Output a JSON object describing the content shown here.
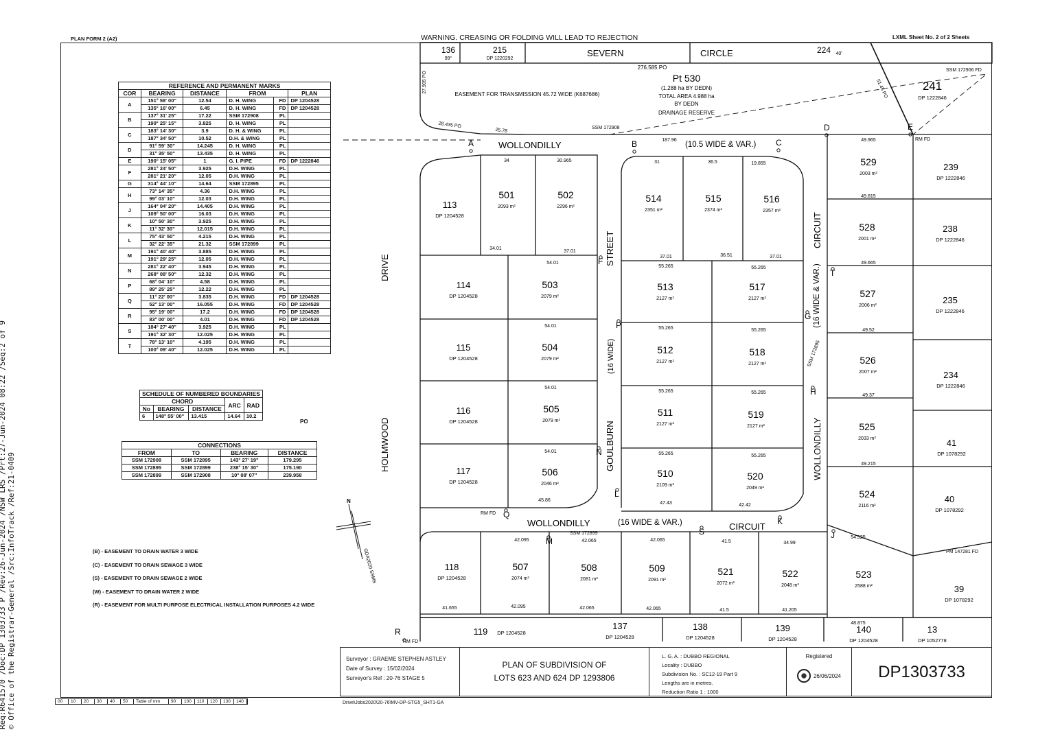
{
  "header": {
    "form": "PLAN FORM 2 (A2)",
    "warning": "WARNING. CREASING OR FOLDING WILL LEAD TO REJECTION",
    "sheet": "LXML  Sheet No.  2  of  2  Sheets"
  },
  "side_text": {
    "line1": "Req:R641570 /Doc:DP 1303733 P /Rev:26-Jun-2024 /NSW LRS /Prt:27-Jun-2024 08:22 /Seq:2 of 9",
    "line2": "© Office of the Registrar-General /Src:InfoTrack /Ref:21-0409"
  },
  "reference_marks": {
    "title": "REFERENCE AND PERMANENT MARKS",
    "columns": [
      "COR",
      "BEARING",
      "DISTANCE",
      "FROM",
      "",
      "PLAN"
    ],
    "rows": [
      {
        "cor": "A",
        "marks": [
          [
            "151° 58' 00\"",
            "12.54",
            "D. H. WING",
            "FD",
            "DP 1204528"
          ],
          [
            "135° 16' 00\"",
            "6.45",
            "D. H. WING",
            "FD",
            "DP 1204528"
          ]
        ]
      },
      {
        "cor": "B",
        "marks": [
          [
            "137° 31' 25\"",
            "17.22",
            "SSM 172908",
            "PL",
            ""
          ],
          [
            "190° 25' 15\"",
            "3.825",
            "D. H. WING",
            "PL",
            ""
          ]
        ]
      },
      {
        "cor": "C",
        "marks": [
          [
            "183° 14' 30\"",
            "3.9",
            "D. H. & WING",
            "PL",
            ""
          ],
          [
            "187° 34' 50\"",
            "10.52",
            "D.H. & WING",
            "PL",
            ""
          ]
        ]
      },
      {
        "cor": "D",
        "marks": [
          [
            "91° 59' 30\"",
            "14.245",
            "D. H. WING",
            "PL",
            ""
          ],
          [
            "31° 35' 50\"",
            "13.435",
            "D. H. WING",
            "PL",
            ""
          ]
        ]
      },
      {
        "cor": "E",
        "marks": [
          [
            "190° 15' 05\"",
            "1",
            "G. I. PIPE",
            "FD",
            "DP 1222846"
          ]
        ]
      },
      {
        "cor": "F",
        "marks": [
          [
            "281° 24' 50\"",
            "3.925",
            "D.H. WING",
            "PL",
            ""
          ],
          [
            "281° 21' 20\"",
            "12.05",
            "D.H. WING",
            "PL",
            ""
          ]
        ]
      },
      {
        "cor": "G",
        "marks": [
          [
            "314° 44' 10\"",
            "14.64",
            "SSM 172895",
            "PL",
            ""
          ]
        ]
      },
      {
        "cor": "H",
        "marks": [
          [
            "73° 14' 35\"",
            "4.36",
            "D.H. WING",
            "PL",
            ""
          ],
          [
            "99° 03' 10\"",
            "12.03",
            "D.H. WING",
            "PL",
            ""
          ]
        ]
      },
      {
        "cor": "J",
        "marks": [
          [
            "164° 04' 20\"",
            "14.405",
            "D.H. WING",
            "PL",
            ""
          ],
          [
            "109° 50' 00\"",
            "16.03",
            "D.H. WING",
            "PL",
            ""
          ]
        ]
      },
      {
        "cor": "K",
        "marks": [
          [
            "10° 50' 30\"",
            "3.925",
            "D.H. WING",
            "PL",
            ""
          ],
          [
            "11° 32' 30\"",
            "12.015",
            "D.H. WING",
            "PL",
            ""
          ]
        ]
      },
      {
        "cor": "L",
        "marks": [
          [
            "75° 43' 50\"",
            "4.215",
            "D.H. WING",
            "PL",
            ""
          ],
          [
            "32° 22' 35\"",
            "21.32",
            "SSM 172899",
            "PL",
            ""
          ]
        ]
      },
      {
        "cor": "M",
        "marks": [
          [
            "191° 40' 40\"",
            "3.885",
            "D.H. WING",
            "PL",
            ""
          ],
          [
            "191° 29' 25\"",
            "12.05",
            "D.H. WING",
            "PL",
            ""
          ]
        ]
      },
      {
        "cor": "N",
        "marks": [
          [
            "281° 22' 40\"",
            "3.945",
            "D.H. WING",
            "PL",
            ""
          ],
          [
            "268° 08' 50\"",
            "12.32",
            "D.H. WING",
            "PL",
            ""
          ]
        ]
      },
      {
        "cor": "P",
        "marks": [
          [
            "68° 04' 10\"",
            "4.58",
            "D.H. WING",
            "PL",
            ""
          ],
          [
            "89° 25' 25\"",
            "12.22",
            "D.H. WING",
            "PL",
            ""
          ]
        ]
      },
      {
        "cor": "Q",
        "marks": [
          [
            "11° 22' 00\"",
            "3.835",
            "D.H. WING",
            "FD",
            "DP 1204528"
          ],
          [
            "52° 13' 00\"",
            "16.055",
            "D.H. WING",
            "FD",
            "DP 1204528"
          ]
        ]
      },
      {
        "cor": "R",
        "marks": [
          [
            "95° 19' 00\"",
            "17.2",
            "D.H. WING",
            "FD",
            "DP 1204528"
          ],
          [
            "83° 00' 00\"",
            "4.01",
            "D.H. WING",
            "FD",
            "DP 1204528"
          ]
        ]
      },
      {
        "cor": "S",
        "marks": [
          [
            "184° 27' 40\"",
            "3.925",
            "D.H. WING",
            "PL",
            ""
          ],
          [
            "191° 32' 30\"",
            "12.025",
            "D.H. WING",
            "PL",
            ""
          ]
        ]
      },
      {
        "cor": "T",
        "marks": [
          [
            "78° 13' 10\"",
            "4.195",
            "D.H. WING",
            "PL",
            ""
          ],
          [
            "100° 09' 40\"",
            "12.025",
            "D.H. WING",
            "PL",
            ""
          ]
        ]
      }
    ]
  },
  "numbered_boundaries": {
    "title": "SCHEDULE OF NUMBERED BOUNDARIES",
    "chord": "CHORD",
    "columns": [
      "No",
      "BEARING",
      "DISTANCE",
      "ARC",
      "RAD"
    ],
    "rows": [
      [
        "6",
        "148° 55' 00\"",
        "13.415",
        "14.64",
        "10.2"
      ]
    ],
    "suffix": "PO"
  },
  "connections": {
    "title": "CONNECTIONS",
    "columns": [
      "FROM",
      "TO",
      "BEARING",
      "DISTANCE"
    ],
    "rows": [
      [
        "SSM 172908",
        "SSM 172895",
        "143° 27' 19\"",
        "179.295"
      ],
      [
        "SSM 172895",
        "SSM 172899",
        "238° 15' 30\"",
        "175.190"
      ],
      [
        "SSM 172899",
        "SSM 172908",
        "10° 08' 07\"",
        "239.958"
      ]
    ]
  },
  "easements": [
    "(B)  -  EASEMENT TO DRAIN WATER 3 WIDE",
    "(C)  -  EASEMENT TO DRAIN SEWAGE 3 WIDE",
    "(S)  -  EASEMENT TO DRAIN SEWAGE 2 WIDE",
    "(W)  -  EASEMENT TO DRAIN WATER 2 WIDE",
    "(R)  -  EASEMENT FOR MULTI PURPOSE ELECTRICAL INSTALLATION PURPOSES 4.2 WIDE"
  ],
  "plan": {
    "roads": {
      "severn": "SEVERN",
      "circle": "CIRCLE",
      "wollondilly_top": "WOLLONDILLY",
      "wollondilly_top_width": "(10.5 WIDE & VAR.)",
      "wollondilly_bottom": "WOLLONDILLY",
      "wollondilly_bottom_width": "(16 WIDE & VAR.)",
      "circuit_bottom": "CIRCUIT",
      "circuit_right": "CIRCUIT",
      "wollondilly_right": "WOLLONDILLY",
      "right_width": "(16 WIDE & VAR.)",
      "goulburn": "GOULBURN",
      "street": "STREET",
      "goulburn_width": "(16 WIDE)",
      "holmwood": "HOLMWOOD",
      "drive": "DRIVE"
    },
    "pt530": {
      "title": "Pt  530",
      "line1": "(1.288 ha BY DEDN)",
      "line2": "TOTAL  AREA 4.988 ha",
      "line3": "BY DEDN",
      "line4": "DRAINAGE RESERVE",
      "easement": "EASEMENT FOR TRANSMISSION 45.72 WIDE (K687686)",
      "po": "276.585 PO"
    },
    "top_lots": [
      {
        "num": "136",
        "sub": "99°"
      },
      {
        "num": "215",
        "sub": "DP 1220292"
      },
      {
        "num": "224",
        "sub": "40'"
      }
    ],
    "lots": [
      {
        "num": "501",
        "area": "2093 m²"
      },
      {
        "num": "502",
        "area": "2296 m²"
      },
      {
        "num": "514",
        "area": "2351 m²"
      },
      {
        "num": "515",
        "area": "2374 m²"
      },
      {
        "num": "516",
        "area": "2357 m²"
      },
      {
        "num": "503",
        "area": "2079 m²"
      },
      {
        "num": "513",
        "area": "2127 m²"
      },
      {
        "num": "517",
        "area": "2127 m²"
      },
      {
        "num": "504",
        "area": "2079 m²"
      },
      {
        "num": "512",
        "area": "2127 m²"
      },
      {
        "num": "518",
        "area": "2127 m²"
      },
      {
        "num": "505",
        "area": "2079 m²"
      },
      {
        "num": "511",
        "area": "2127 m²"
      },
      {
        "num": "519",
        "area": "2127 m²"
      },
      {
        "num": "506",
        "area": "2046 m²"
      },
      {
        "num": "510",
        "area": "2109 m²"
      },
      {
        "num": "520",
        "area": "2049 m²"
      },
      {
        "num": "529",
        "area": "2003 m²"
      },
      {
        "num": "528",
        "area": "2001 m²"
      },
      {
        "num": "527",
        "area": "2006 m²"
      },
      {
        "num": "526",
        "area": "2007 m²"
      },
      {
        "num": "525",
        "area": "2033 m²"
      },
      {
        "num": "524",
        "area": "2116 m²"
      },
      {
        "num": "523",
        "area": "2588 m²"
      },
      {
        "num": "507",
        "area": "2074 m²"
      },
      {
        "num": "508",
        "area": "2081 m²"
      },
      {
        "num": "509",
        "area": "2091 m²"
      },
      {
        "num": "521",
        "area": "2072 m²"
      },
      {
        "num": "522",
        "area": "2048 m²"
      }
    ],
    "adjoining": [
      {
        "num": "113",
        "dp": "DP 1204528"
      },
      {
        "num": "114",
        "dp": "DP 1204528"
      },
      {
        "num": "115",
        "dp": "DP 1204528"
      },
      {
        "num": "116",
        "dp": "DP 1204528"
      },
      {
        "num": "117",
        "dp": "DP 1204528"
      },
      {
        "num": "118",
        "dp": "DP 1204528"
      },
      {
        "num": "119",
        "dp": "DP 1204528"
      },
      {
        "num": "137",
        "dp": "DP 1204528"
      },
      {
        "num": "138",
        "dp": "DP 1204528"
      },
      {
        "num": "139",
        "dp": "DP 1204528"
      },
      {
        "num": "140",
        "dp": "DP 1204528"
      },
      {
        "num": "13",
        "dp": "DP 1052778"
      },
      {
        "num": "39",
        "dp": "DP 1078292"
      },
      {
        "num": "40",
        "dp": "DP 1078292"
      },
      {
        "num": "41",
        "dp": "DP 1078292"
      },
      {
        "num": "234",
        "dp": "DP 1222846"
      },
      {
        "num": "235",
        "dp": "DP 1222846"
      },
      {
        "num": "238",
        "dp": "DP 1222846"
      },
      {
        "num": "239",
        "dp": "DP 1222846"
      },
      {
        "num": "241",
        "dp": "DP 1222846"
      }
    ],
    "marks": [
      "SSM 172906 FD",
      "SSM 172908",
      "SSM 172899",
      "SSM 172895",
      "PM 147281 FD",
      "RM FD",
      "RM FD",
      "RM FD"
    ],
    "corners": [
      "A",
      "B",
      "C",
      "D",
      "E",
      "F",
      "G",
      "H",
      "J",
      "K",
      "L",
      "M",
      "N",
      "P",
      "Q",
      "R",
      "S",
      "T"
    ],
    "dims": [
      "34",
      "30.965",
      "31",
      "36.5",
      "19.855",
      "187.96",
      "49.965",
      "49.815",
      "49.665",
      "49.52",
      "49.37",
      "49.215",
      "54.01",
      "54.01",
      "54.01",
      "54.01",
      "55.265",
      "55.265",
      "55.265",
      "55.265",
      "55.265",
      "55.265",
      "55.265",
      "55.265",
      "37.01",
      "37.01",
      "34.01",
      "37.01",
      "36.51",
      "45.86",
      "47.43",
      "42.42",
      "42.095",
      "42.065",
      "42.065",
      "41.5",
      "34.99",
      "41.655",
      "42.095",
      "42.065",
      "42.065",
      "41.5",
      "41.205",
      "48.875",
      "28.435 PO",
      "25.78",
      "27.905 PO",
      "51.45 PO",
      "54.525"
    ],
    "north": "N",
    "north_ref": "GDA2020 SSMS"
  },
  "title_block": {
    "surveyor": "Surveyor :  GRAEME  STEPHEN  ASTLEY",
    "date": "Date of Survey : 15/02/2024",
    "ref": "Surveyor's Ref : 20-76 STAGE 5",
    "plan_line1": "PLAN OF SUBDIVISION OF",
    "plan_line2": "LOTS 623 AND 624 DP 1293806",
    "lga": "L. G. A. : DUBBO REGIONAL",
    "locality": "Locality : DUBBO",
    "subdivision": "Subdivision No. : SC12-19 Part 9",
    "lengths": "Lengths are in metres.",
    "ratio": "Reduction Ratio 1 : 1000",
    "registered": "Registered",
    "reg_date": "26/06/2024",
    "dp": "DP1303733"
  },
  "scale_bar": [
    "00",
    "10",
    "20",
    "30",
    "40",
    "50",
    "Table of mm",
    "90",
    "100",
    "110",
    "120",
    "130",
    "140"
  ],
  "file_path": "Drive\\Jobs2020\\20-76\\MV-DP-STG5_SHT1-GA"
}
